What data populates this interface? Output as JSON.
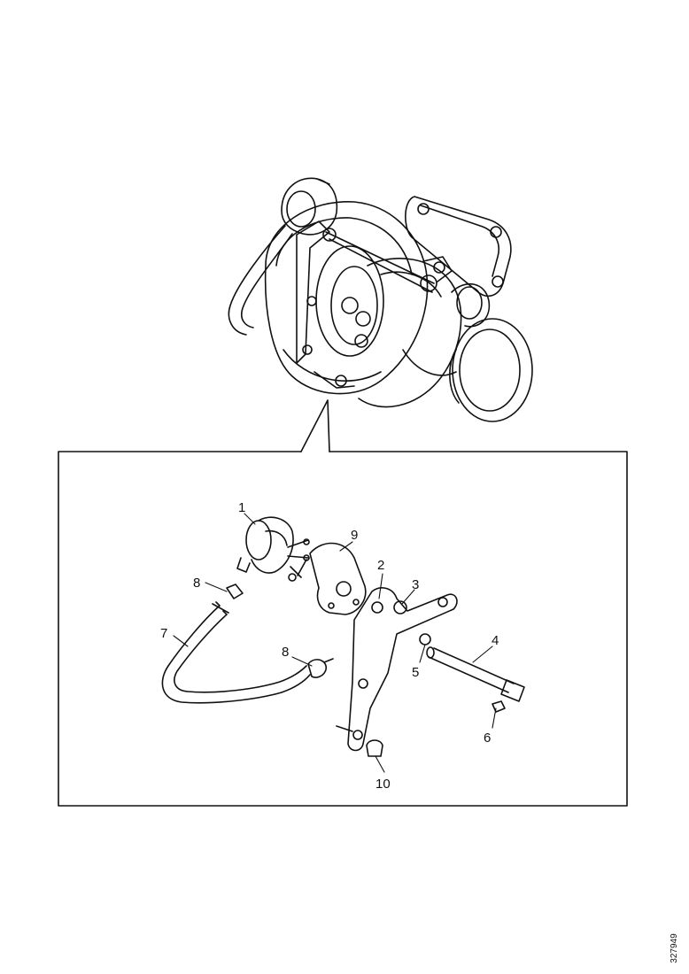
{
  "diagram": {
    "callouts": [
      {
        "id": "c1",
        "label": "1"
      },
      {
        "id": "c2",
        "label": "2"
      },
      {
        "id": "c3",
        "label": "3"
      },
      {
        "id": "c4",
        "label": "4"
      },
      {
        "id": "c5",
        "label": "5"
      },
      {
        "id": "c6",
        "label": "6"
      },
      {
        "id": "c7",
        "label": "7"
      },
      {
        "id": "c8a",
        "label": "8"
      },
      {
        "id": "c8b",
        "label": "8"
      },
      {
        "id": "c9",
        "label": "9"
      },
      {
        "id": "c10",
        "label": "10"
      }
    ],
    "document_id": "327949"
  }
}
